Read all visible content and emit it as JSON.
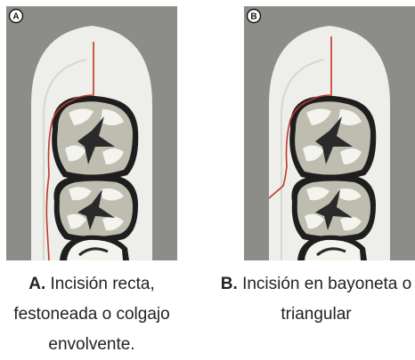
{
  "panels": [
    {
      "badge": "A",
      "caption_label": "A.",
      "caption_text": "Incisión recta, festoneada o colgajo envolvente."
    },
    {
      "badge": "B",
      "caption_label": "B.",
      "caption_text": "Incisión en bayoneta o triangular"
    }
  ],
  "colors": {
    "background": "#8c8c88",
    "gingiva": "#eeeeea",
    "tooth": "#bebdb0",
    "incision": "#c0392b"
  }
}
